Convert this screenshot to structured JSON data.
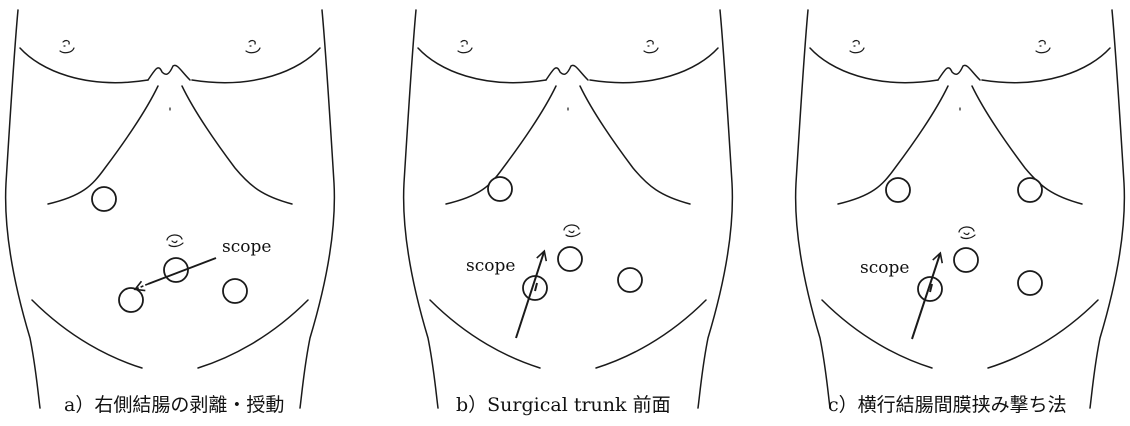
{
  "panels": [
    {
      "caption": "a）右側結腸の剥離・授動",
      "scope_label": "scope"
    },
    {
      "caption": "b）Surgical trunk 前面",
      "scope_label": "scope"
    },
    {
      "caption": "c）横行結腸間膜挟み撃ち法",
      "scope_label": "scope"
    }
  ]
}
